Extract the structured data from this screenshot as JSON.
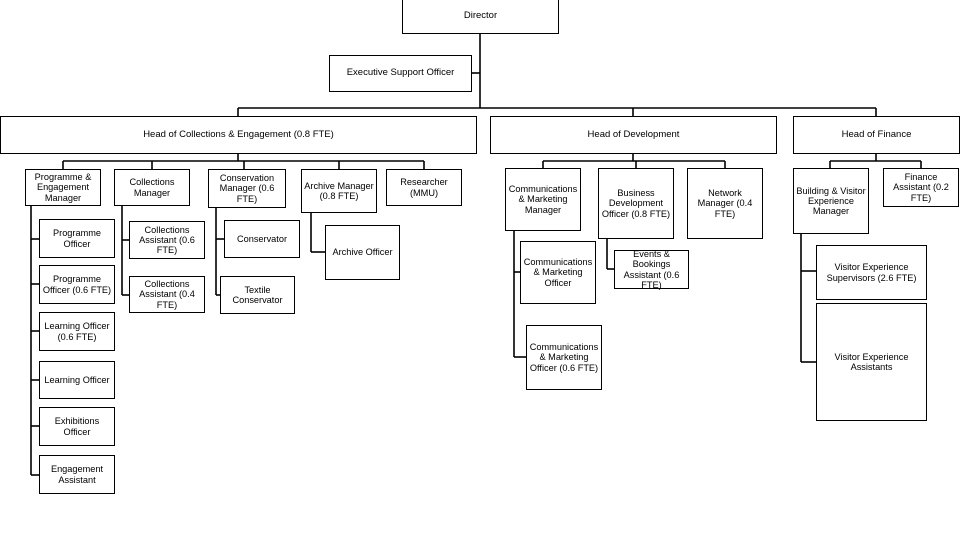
{
  "director": "Director",
  "executive_support": "Executive Support Officer",
  "heads": {
    "collections": "Head of Collections & Engagement (0.8 FTE)",
    "development": "Head of Development",
    "finance": "Head of Finance"
  },
  "collections": {
    "programme_manager": "Programme & Engagement Manager",
    "programme_staff": [
      "Programme Officer",
      "Programme Officer (0.6 FTE)",
      "Learning Officer (0.6 FTE)",
      "Learning Officer",
      "Exhibitions Officer",
      "Engagement Assistant"
    ],
    "collections_manager": "Collections Manager",
    "collections_staff": [
      "Collections Assistant (0.6 FTE)",
      "Collections Assistant (0.4 FTE)"
    ],
    "conservation_manager": "Conservation Manager (0.6 FTE)",
    "conservation_staff": [
      "Conservator",
      "Textile Conservator"
    ],
    "archive_manager": "Archive Manager (0.8 FTE)",
    "archive_officer": "Archive Officer",
    "researcher": "Researcher (MMU)"
  },
  "development": {
    "comms_manager": "Communications & Marketing Manager",
    "comms_staff": [
      "Communications & Marketing Officer",
      "Communications & Marketing Officer (0.6 FTE)"
    ],
    "bdo": "Business Development Officer (0.8 FTE)",
    "events": "Events & Bookings Assistant (0.6 FTE)",
    "network_manager": "Network Manager (0.4 FTE)"
  },
  "finance": {
    "bve_manager": "Building & Visitor Experience Manager",
    "vx_supervisors": "Visitor Experience Supervisors (2.6 FTE)",
    "vx_assistants": "Visitor Experience Assistants",
    "finance_assistant": "Finance Assistant (0.2 FTE)"
  }
}
